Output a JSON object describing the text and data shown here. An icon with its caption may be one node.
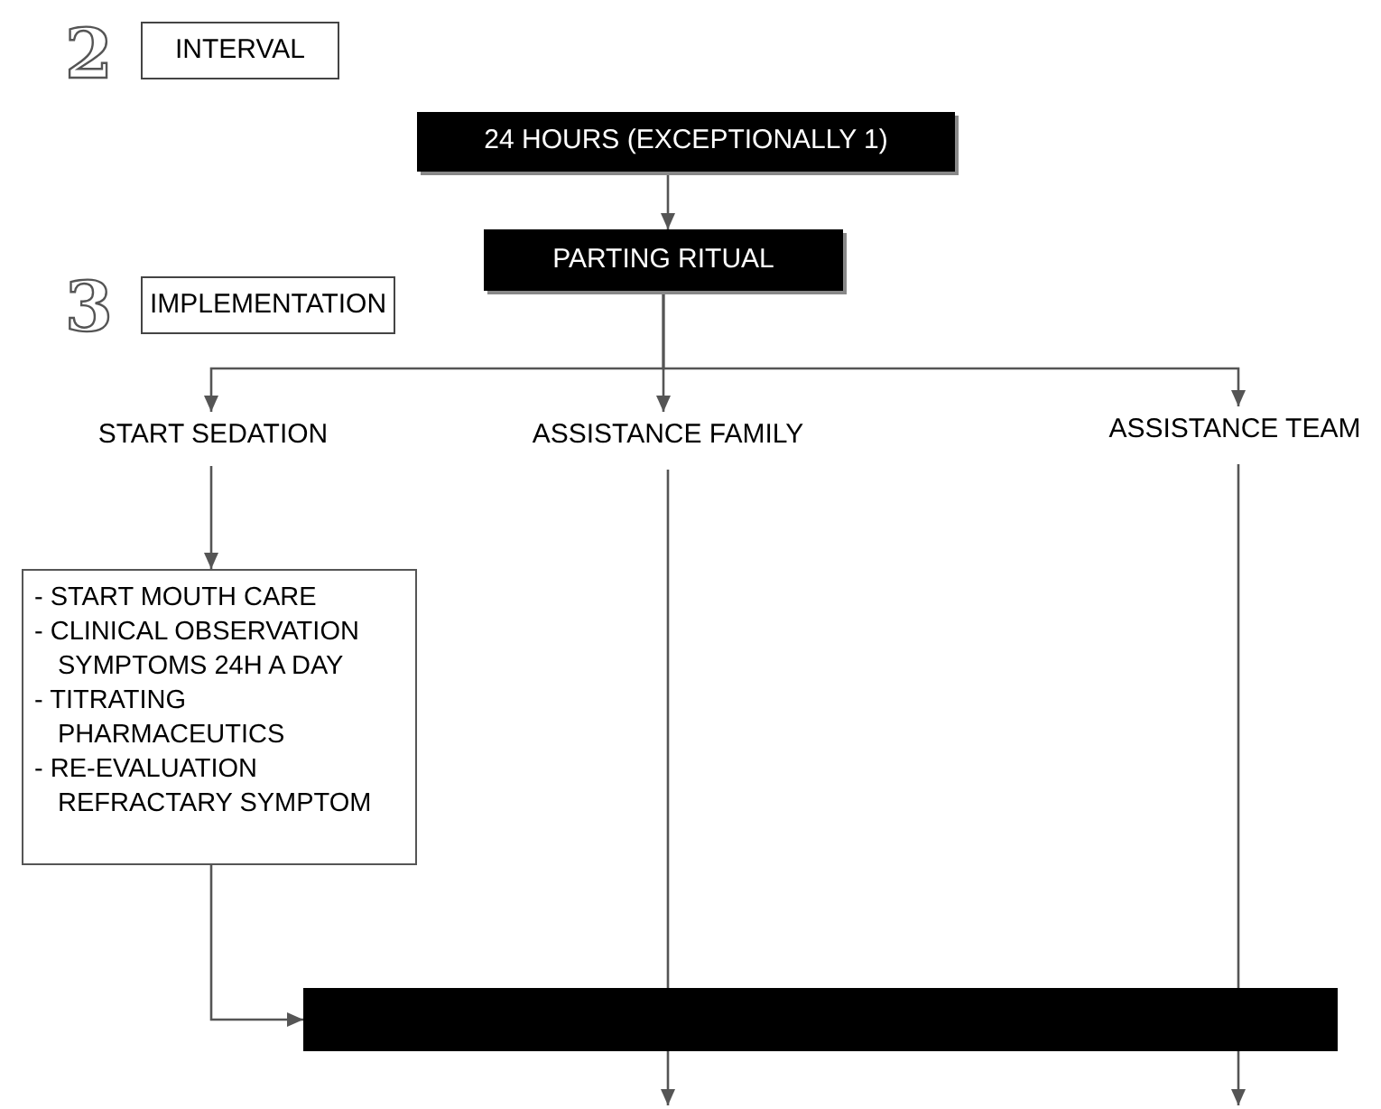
{
  "diagram": {
    "nodes": [
      {
        "text": [
          "INTERVAL"
        ]
      },
      {
        "text": [
          "24 HOURS (EXCEPTIONALLY 1)"
        ]
      },
      {
        "text": [
          "PARTING RITUAL"
        ]
      },
      {
        "text": [
          "IMPLEMENTATION"
        ]
      },
      {
        "text": [
          "START SEDATION"
        ]
      },
      {
        "text": [
          "ASSISTANCE FAMILY"
        ]
      },
      {
        "text": [
          "ASSISTANCE TEAM"
        ]
      },
      {
        "text": [
          "- START MOUTH CARE",
          "- CLINICAL OBSERVATION SYMPTOMS 24H A DAY",
          "- TITRATING PHARMACEUTICS",
          "- RE-EVALUATION REFRACTARY SYMPTOM"
        ]
      },
      {
        "text": [],
        "shape": "bar"
      }
    ],
    "edges": [
      {
        "from": 1,
        "to": 2,
        "arrow": "to"
      },
      {
        "from": 2,
        "to": 4,
        "arrow": "to"
      },
      {
        "from": 2,
        "to": 5,
        "arrow": "to"
      },
      {
        "from": 2,
        "to": 6,
        "arrow": "to"
      },
      {
        "from": 4,
        "to": 7,
        "arrow": "to"
      },
      {
        "from": 7,
        "to": 8,
        "arrow": "to"
      },
      {
        "from": 5,
        "to": 8,
        "arrow": "none"
      },
      {
        "from": 6,
        "to": 8,
        "arrow": "none"
      },
      {
        "from": 8,
        "to": null,
        "arrow": "to"
      },
      {
        "from": 8,
        "to": null,
        "arrow": "to"
      }
    ],
    "labels": [
      "2",
      "3"
    ]
  }
}
